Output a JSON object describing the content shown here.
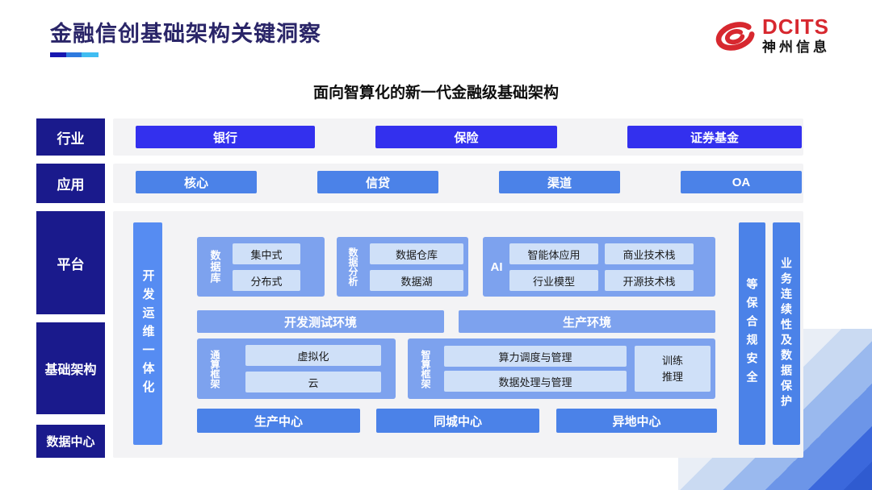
{
  "slide": {
    "title": "金融信创基础架构关键洞察",
    "subtitle": "面向智算化的新一代金融级基础架构"
  },
  "logo": {
    "brand": "DCITS",
    "company": "神州信息",
    "icon": "swirl-icon"
  },
  "layers": {
    "industry": {
      "label": "行业",
      "items": [
        "银行",
        "保险",
        "证券基金"
      ]
    },
    "application": {
      "label": "应用",
      "items": [
        "核心",
        "信贷",
        "渠道",
        "OA"
      ]
    },
    "platform_label": "平台",
    "infrastructure_label": "基础架构",
    "datacenter_label": "数据中心"
  },
  "devops_bar": "开发运维一体化",
  "platform_groups": {
    "database": {
      "label": "数据库",
      "chips": [
        "集中式",
        "分布式"
      ]
    },
    "analytics": {
      "label": "数据分析",
      "chips": [
        "数据仓库",
        "数据湖"
      ]
    },
    "ai": {
      "label": "AI",
      "chips": [
        "智能体应用",
        "商业技术栈",
        "行业模型",
        "开源技术栈"
      ]
    }
  },
  "environments": {
    "dev": "开发测试环境",
    "prod": "生产环境"
  },
  "frameworks": {
    "general": {
      "label": "通算框架",
      "chips": [
        "虚拟化",
        "云"
      ]
    },
    "intelligent": {
      "label": "智算框架",
      "chips": [
        "算力调度与管理",
        "数据处理与管理"
      ],
      "side_chip": "训练\n推理"
    }
  },
  "centers": [
    "生产中心",
    "同城中心",
    "异地中心"
  ],
  "assurance_bars": [
    "等保合规安全",
    "业务连续性及数据保护"
  ],
  "colors": {
    "title": "#2A2568",
    "label_box": "#1A1A8C",
    "industry_button": "#3330EE",
    "app_button": "#4B82E8",
    "group_box": "#7DA2EE",
    "chip": "#CFE0F8",
    "strip_bg": "#F3F3F5",
    "logo_red": "#D7282F",
    "underline": [
      "#1717B0",
      "#2E7ADF",
      "#40BDF2"
    ]
  }
}
